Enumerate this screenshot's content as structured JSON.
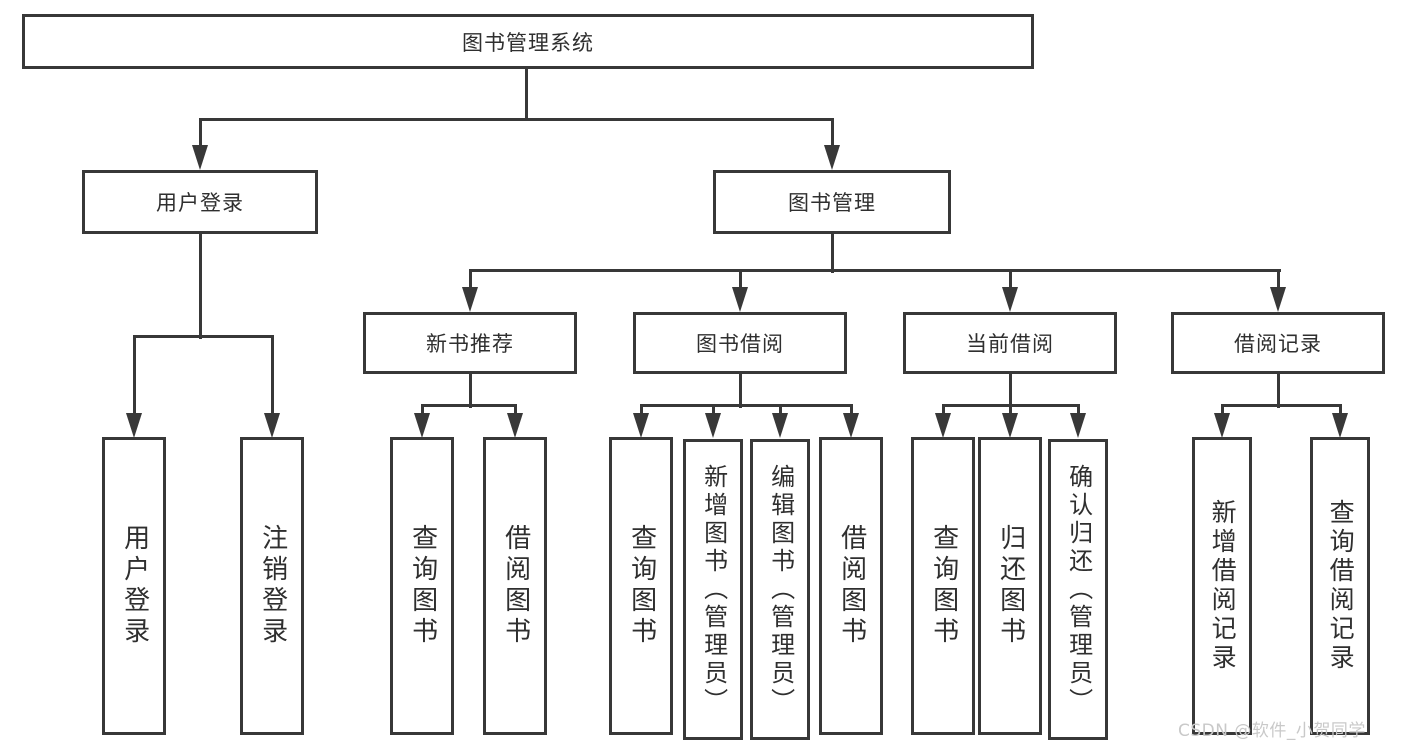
{
  "tree": {
    "root": {
      "label": "图书管理系统",
      "children": [
        {
          "label": "用户登录",
          "children": [
            {
              "label": "用户登录"
            },
            {
              "label": "注销登录"
            }
          ]
        },
        {
          "label": "图书管理",
          "children": [
            {
              "label": "新书推荐",
              "children": [
                {
                  "label": "查询图书"
                },
                {
                  "label": "借阅图书"
                }
              ]
            },
            {
              "label": "图书借阅",
              "children": [
                {
                  "label": "查询图书"
                },
                {
                  "label": "新增图书（管理员）"
                },
                {
                  "label": "编辑图书（管理员）"
                },
                {
                  "label": "借阅图书"
                }
              ]
            },
            {
              "label": "当前借阅",
              "children": [
                {
                  "label": "查询图书"
                },
                {
                  "label": "归还图书"
                },
                {
                  "label": "确认归还（管理员）"
                }
              ]
            },
            {
              "label": "借阅记录",
              "children": [
                {
                  "label": "新增借阅记录"
                },
                {
                  "label": "查询借阅记录"
                }
              ]
            }
          ]
        }
      ]
    }
  },
  "watermark": {
    "text": "CSDN @软件_小贺同学"
  },
  "colors": {
    "line": "#383838",
    "text": "#2f2f2f",
    "background": "#ffffff",
    "watermark": "#c9c9c9"
  }
}
